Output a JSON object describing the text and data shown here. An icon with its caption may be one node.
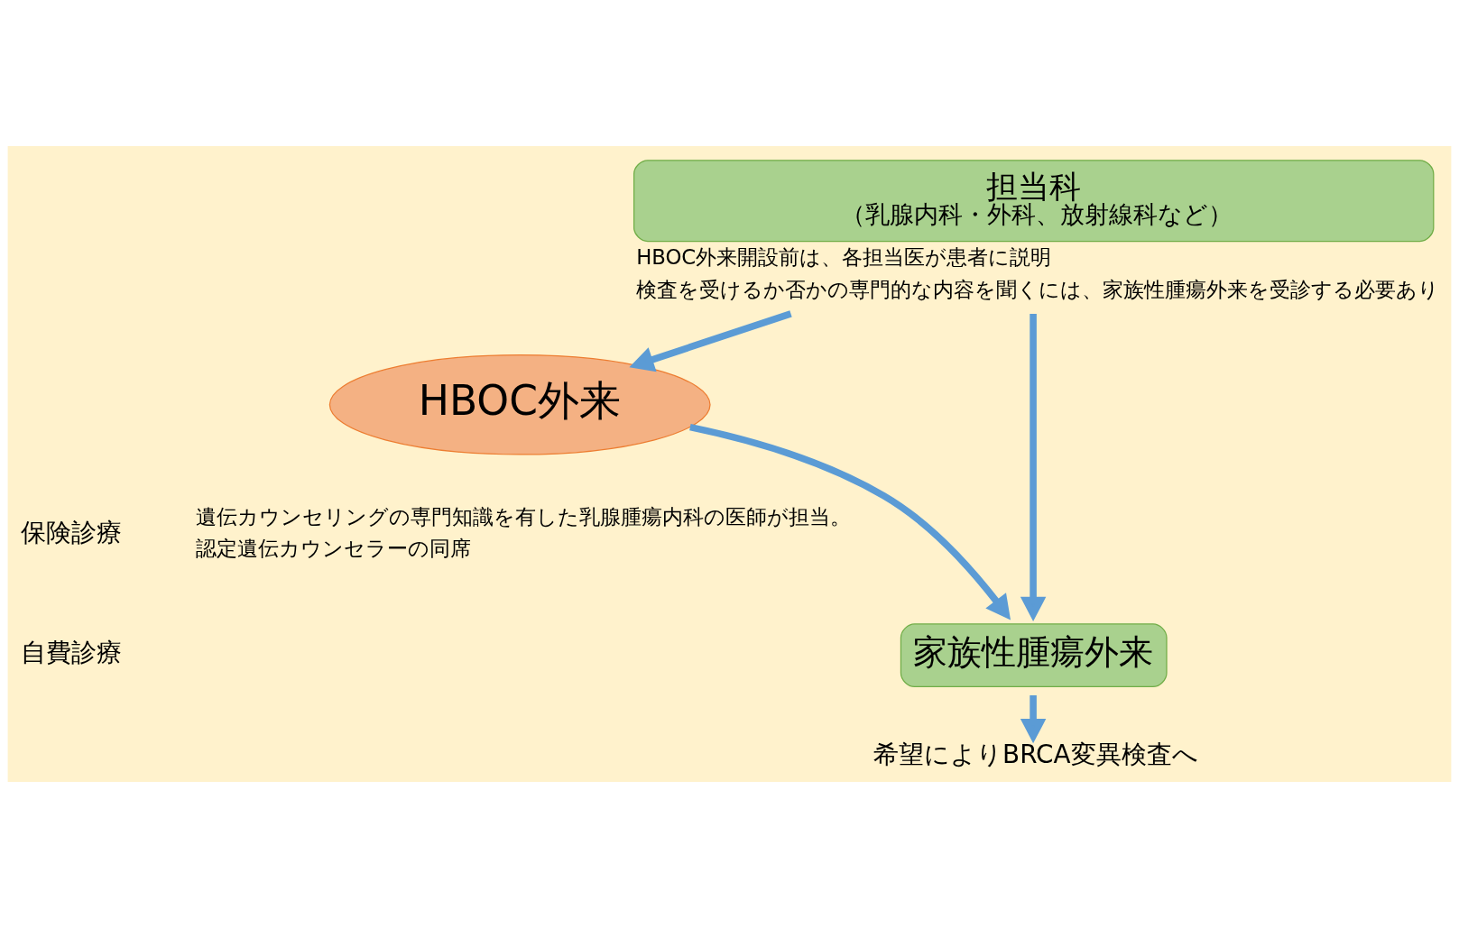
{
  "diagram": {
    "nodes": [
      {
        "text": [
          "担当科",
          "（乳腺内科・外科、放射線科など）"
        ],
        "beside": [
          "HBOC外来開設前は、各担当医が患者に説明",
          "検査を受けるか否かの専門的な内容を聞くには、家族性腫瘍外来を受診する必要あり"
        ]
      },
      {
        "text": [
          "HBOC外来"
        ],
        "beside": [
          "遺伝カウンセリングの専門知識を有した乳腺腫瘍内科の医師が担当。",
          "認定遺伝カウンセラーの同席"
        ]
      },
      {
        "text": [
          "家族性腫瘍外来"
        ]
      },
      {
        "text": [
          "希望によりBRCA変異検査へ"
        ]
      }
    ],
    "edges": [
      {
        "from": 0,
        "to": 1,
        "arrow": "to"
      },
      {
        "from": 0,
        "to": 2,
        "arrow": "to"
      },
      {
        "from": 1,
        "to": 2,
        "arrow": "to"
      },
      {
        "from": 2,
        "to": 3,
        "arrow": "to"
      }
    ],
    "labels": [
      "保険診療",
      "自費診療"
    ]
  }
}
